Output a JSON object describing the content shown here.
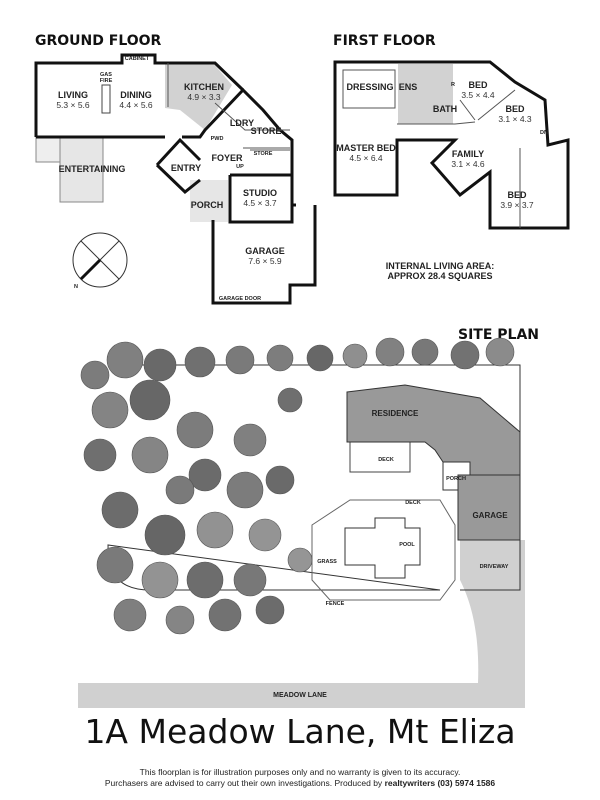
{
  "ground_floor": {
    "heading": "GROUND FLOOR",
    "rooms": {
      "cabinet": "CABINET",
      "gas_fire": "GAS",
      "gas_fire2": "FIRE",
      "living": {
        "name": "LIVING",
        "size": "5.3 × 5.6"
      },
      "dining": {
        "name": "DINING",
        "size": "4.4 × 5.6"
      },
      "kitchen": {
        "name": "KITCHEN",
        "size": "4.9 × 3.3"
      },
      "ldry": "LDRY",
      "store": "STORE",
      "store2": "STORE",
      "pwd": "PWD",
      "foyer": "FOYER",
      "up": "UP",
      "entry": "ENTRY",
      "entertaining": "ENTERTAINING",
      "porch": "PORCH",
      "studio": {
        "name": "STUDIO",
        "size": "4.5 × 3.7"
      },
      "garage": {
        "name": "GARAGE",
        "size": "7.6 × 5.9"
      },
      "garage_door": "GARAGE DOOR"
    },
    "compass_label": "N"
  },
  "first_floor": {
    "heading": "FIRST FLOOR",
    "rooms": {
      "dressing": "DRESSING",
      "ens": "ENS",
      "bath": "BATH",
      "r": "R",
      "bed1": {
        "name": "BED",
        "size": "3.5 × 4.4"
      },
      "bed2": {
        "name": "BED",
        "size": "3.1 × 4.3"
      },
      "master": {
        "name": "MASTER BED",
        "size": "4.5 × 6.4"
      },
      "family": {
        "name": "FAMILY",
        "size": "3.1 × 4.6"
      },
      "bed3": {
        "name": "BED",
        "size": "3.9 × 3.7"
      },
      "dn": "DN"
    },
    "area_line1": "INTERNAL LIVING AREA:",
    "area_line2": "APPROX 28.4 SQUARES"
  },
  "site_plan": {
    "heading": "SITE PLAN",
    "labels": {
      "residence": "RESIDENCE",
      "deck_upper": "DECK",
      "deck": "DECK",
      "porch": "PORCH",
      "garage": "GARAGE",
      "pool": "POOL",
      "grass": "GRASS",
      "fence": "FENCE",
      "driveway": "DRIVEWAY",
      "street": "MEADOW LANE"
    }
  },
  "title": "1A Meadow Lane, Mt Eliza",
  "disclaimer": {
    "line1": "This floorplan is for illustration purposes only and no warranty is given to its accuracy.",
    "line2": "Purchasers are advised to carry out their own investigations. Produced by",
    "producer": "realtywriters (03) 5974 1586"
  },
  "colors": {
    "wall": "#111111",
    "shaded_room": "#cccccc",
    "building": "#999999",
    "road": "#d0d0d0",
    "tree": "#7a7a7a"
  }
}
